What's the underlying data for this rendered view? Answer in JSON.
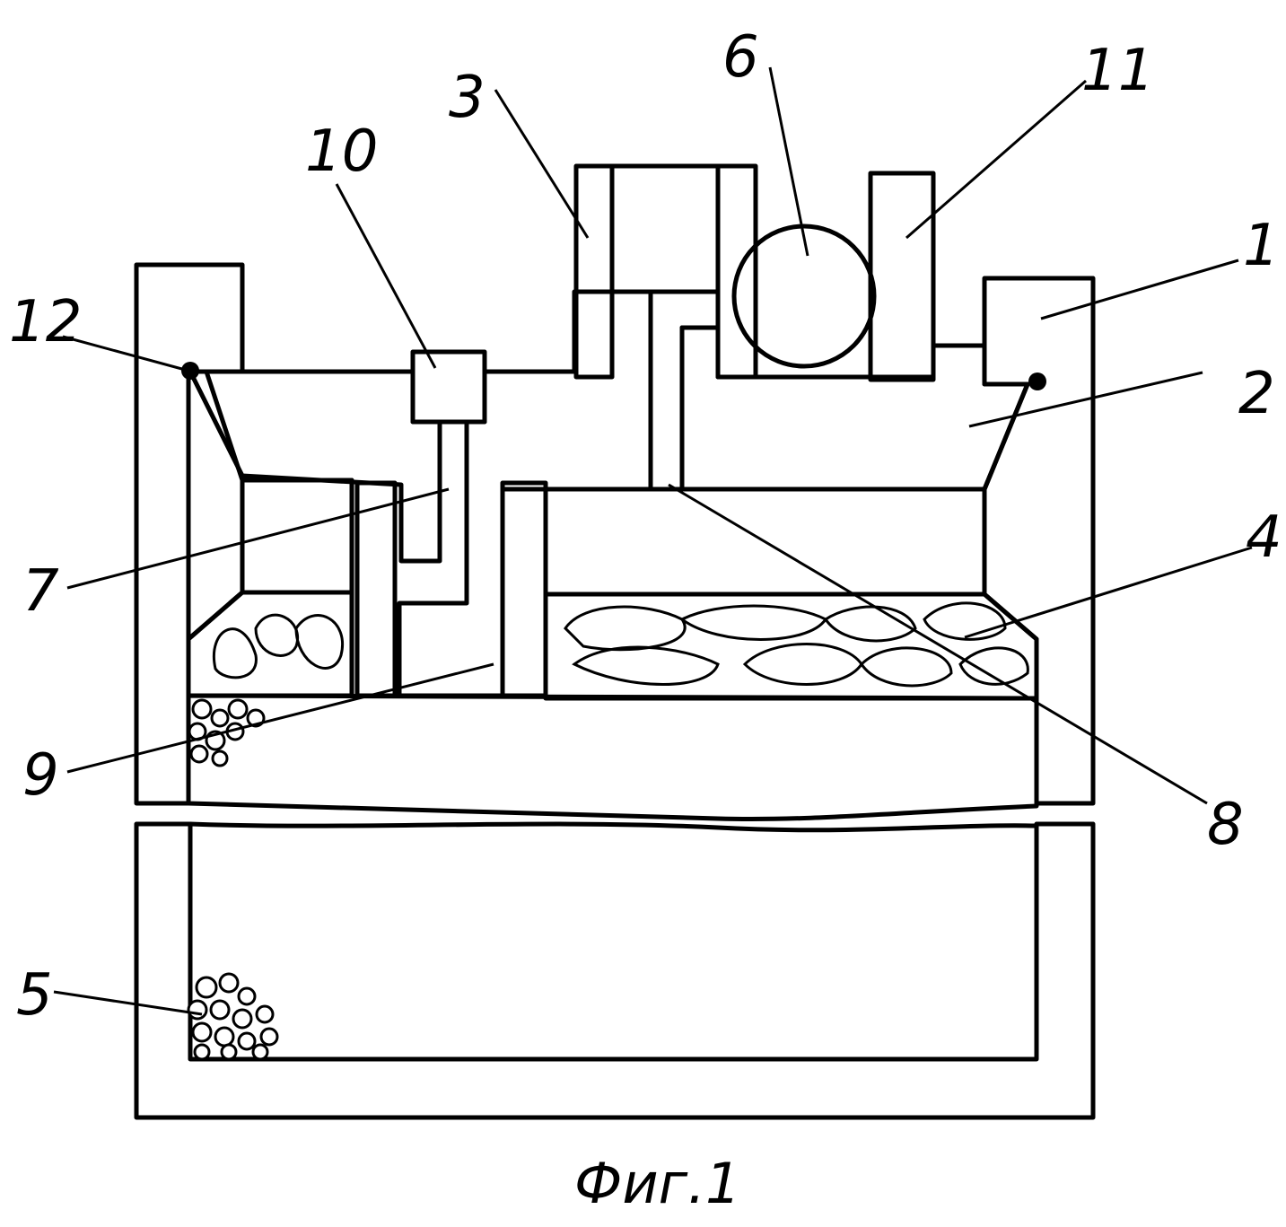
{
  "figure": {
    "caption": "Фиг.1",
    "labels": {
      "n1": "1",
      "n2": "2",
      "n3": "3",
      "n4": "4",
      "n5": "5",
      "n6": "6",
      "n7": "7",
      "n8": "8",
      "n9": "9",
      "n10": "10",
      "n11": "11",
      "n12": "12"
    }
  },
  "colors": {
    "ink": "#000000",
    "paper": "#ffffff"
  }
}
